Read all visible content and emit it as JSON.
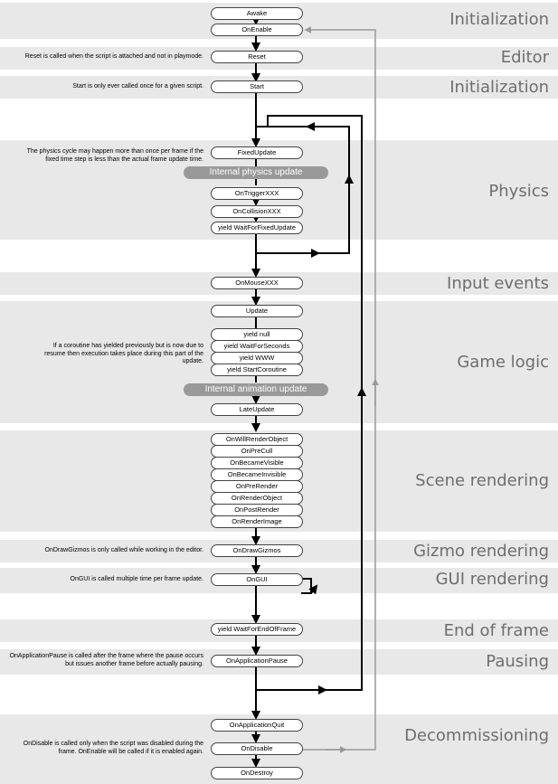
{
  "sections": {
    "initialization_1": "Initialization",
    "editor": "Editor",
    "initialization_2": "Initialization",
    "physics": "Physics",
    "input_events": "Input events",
    "game_logic": "Game logic",
    "scene_rendering": "Scene rendering",
    "gizmo_rendering": "Gizmo rendering",
    "gui_rendering": "GUI rendering",
    "end_of_frame": "End of frame",
    "pausing": "Pausing",
    "decommissioning": "Decommissioning"
  },
  "nodes": {
    "awake": "Awake",
    "on_enable": "OnEnable",
    "reset": "Reset",
    "start": "Start",
    "fixed_update": "FixedUpdate",
    "internal_physics_update": "Internal physics update",
    "on_trigger": "OnTriggerXXX",
    "on_collision": "OnCollisionXXX",
    "yield_fixed": "yield WaitForFixedUpdate",
    "on_mouse": "OnMouseXXX",
    "update": "Update",
    "yield_null": "yield null",
    "yield_seconds": "yield WaitForSeconds",
    "yield_www": "yield WWW",
    "yield_coroutine": "yield StartCoroutine",
    "internal_animation_update": "Internal animation update",
    "late_update": "LateUpdate",
    "on_will_render": "OnWillRenderObject",
    "on_pre_cull": "OnPreCull",
    "on_became_visible": "OnBecameVisible",
    "on_became_invisible": "OnBecameInvisible",
    "on_pre_render": "OnPreRender",
    "on_render_object": "OnRenderObject",
    "on_post_render": "OnPostRender",
    "on_render_image": "OnRenderImage",
    "on_draw_gizmos": "OnDrawGizmos",
    "on_gui": "OnGUI",
    "yield_end_of_frame": "yield WaitForEndOfFrame",
    "on_app_pause": "OnApplicationPause",
    "on_app_quit": "OnApplicationQuit",
    "on_disable": "OnDisable",
    "on_destroy": "OnDestroy"
  },
  "notes": {
    "reset": "Reset is called when the script is attached and not in playmode.",
    "start": "Start is only ever called once for a given script.",
    "physics": "The physics cycle may happen more than once per frame if the fixed time step is less than the actual frame update time.",
    "coroutine": "If a coroutine has yielded previously but is now due to resume then execution takes place during this part of the update.",
    "gizmos": "OnDrawGizmos is only called while working in the editor.",
    "gui": "OnGUI is called multiple time per frame update.",
    "pause": "OnApplicationPause is called after the frame where the pause occurs but issues another frame before actually pausing.",
    "disable": "OnDisable is called only when the script was disabled during the frame. OnEnable will be called if it is enabled again."
  },
  "colors": {
    "band": "#e8e8e8",
    "label": "#6e6e6e",
    "internal": "#999999",
    "arrow": "#000000",
    "return_arrow": "#999999"
  }
}
